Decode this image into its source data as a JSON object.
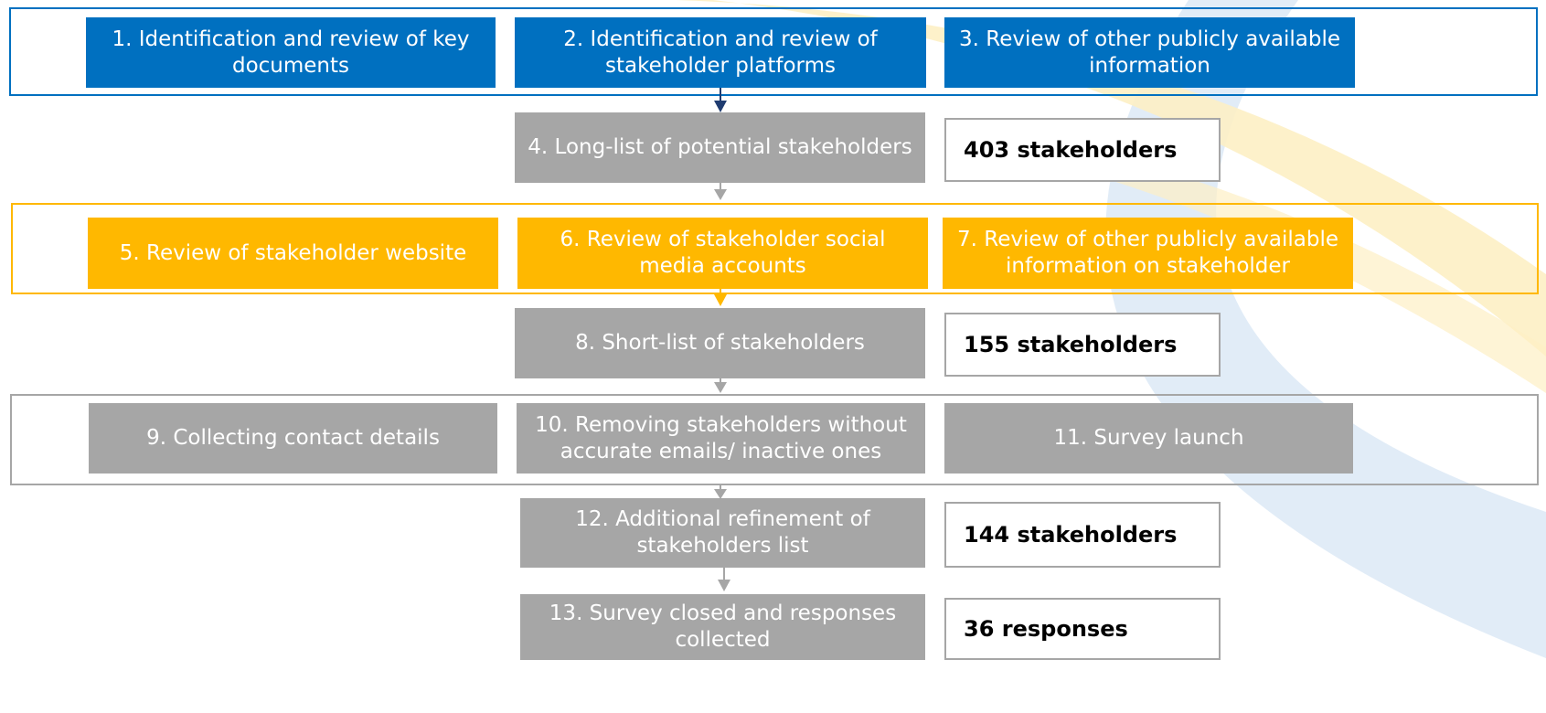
{
  "steps": {
    "s1": "1. Identification and review of key documents",
    "s2": "2. Identification and review of stakeholder platforms",
    "s3": "3. Review of other publicly available information",
    "s4": "4. Long-list of potential stakeholders",
    "s5": "5. Review of stakeholder website",
    "s6": "6. Review of stakeholder social media accounts",
    "s7": "7. Review of other publicly available information on stakeholder",
    "s8": "8. Short-list of stakeholders",
    "s9": "9. Collecting contact details",
    "s10": "10. Removing stakeholders without accurate emails/ inactive ones",
    "s11": "11. Survey launch",
    "s12": "12. Additional refinement of stakeholders list",
    "s13": "13. Survey closed and responses collected"
  },
  "counts": {
    "c4": "403 stakeholders",
    "c8": "155 stakeholders",
    "c12": "144 stakeholders",
    "c13": "36 responses"
  },
  "colors": {
    "blue": "#0070c0",
    "yellow": "#ffb800",
    "grey": "#a6a6a6",
    "arrow_blue": "#1f3c70"
  }
}
